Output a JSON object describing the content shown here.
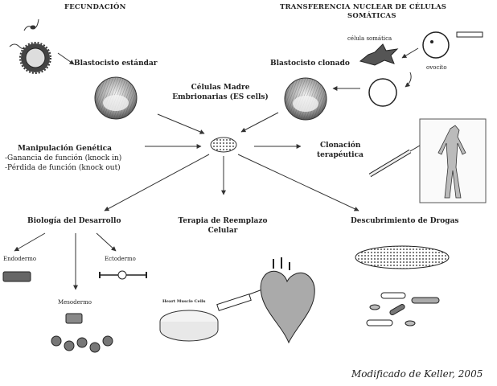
{
  "header": {
    "left": "FECUNDACIÓN",
    "right_line1": "TRANSFERENCIA NUCLEAR DE CÉLULAS",
    "right_line2": "SOMÁTICAS"
  },
  "labels": {
    "celula_somatica": "célula somática",
    "ovocito": "ovocito",
    "blastocisto_estandar": "Blastocisto estándar",
    "blastocisto_clonado": "Blastocisto clonado",
    "celulas_madre_1": "Células Madre",
    "celulas_madre_2": "Embrionarias (ES cells)",
    "manipulacion_1": "Manipulación Genética",
    "manipulacion_2": "-Ganancia de función (knock in)",
    "manipulacion_3": "-Pérdida de función (knock out)",
    "clonacion_1": "Clonación",
    "clonacion_2": "terapéutica",
    "biologia": "Biología del Desarrollo",
    "terapia_1": "Terapia de Reemplazo",
    "terapia_2": "Celular",
    "descubrimiento": "Descubrimiento de Drogas",
    "endodermo": "Endodermo",
    "ectodermo": "Ectodermo",
    "mesodermo": "Mesodermo",
    "syringe_tag": "Heart Muscle Cells",
    "credit": "Modificado de Keller, 2005"
  }
}
